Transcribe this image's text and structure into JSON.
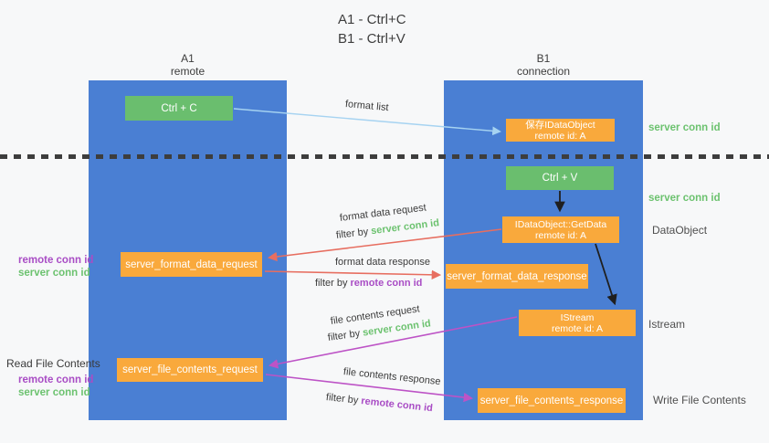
{
  "title": {
    "line1": "A1 - Ctrl+C",
    "line2": "B1 - Ctrl+V"
  },
  "columns": {
    "left": {
      "name": "A1",
      "subtitle": "remote"
    },
    "right": {
      "name": "B1",
      "subtitle": "connection"
    }
  },
  "nodes": {
    "ctrl_c": "Ctrl + C",
    "ctrl_v": "Ctrl + V",
    "save_idataobject": {
      "line1": "保存IDataObject",
      "line2": "remote id: A"
    },
    "getdata": {
      "line1": "IDataObject::GetData",
      "line2": "remote id: A"
    },
    "istream": {
      "line1": "IStream",
      "line2": "remote id: A"
    },
    "format_request": "server_format_data_request",
    "format_response": "server_format_data_response",
    "file_request": "server_file_contents_request",
    "file_response": "server_file_contents_response"
  },
  "edge_labels": {
    "format_list": "format list",
    "format_data_request": "format data request",
    "format_data_response": "format data response",
    "file_contents_request": "file contents request",
    "file_contents_response": "file contents response",
    "filter_by": "filter by",
    "server_conn_id": "server conn id",
    "remote_conn_id": "remote conn id"
  },
  "side_labels": {
    "right_top_server_conn": "server conn id",
    "right_mid_server_conn": "server conn id",
    "dataobject": "DataObject",
    "istream": "Istream",
    "write_file_contents": "Write File Contents",
    "left_mid_remote_conn": "remote conn id",
    "left_mid_server_conn": "server conn id",
    "read_file_contents": "Read File Contents",
    "left_bottom_remote_conn": "remote conn id",
    "left_bottom_server_conn": "server conn id"
  },
  "colors": {
    "column_blue": "#4a7fd3",
    "box_green": "#6abe6e",
    "box_orange": "#f9a93c",
    "arrow_light_blue": "#a6d3f1",
    "arrow_red": "#e76e60",
    "arrow_purple": "#bd53c6",
    "arrow_black": "#1f1f1f",
    "text_green": "#6cc26f",
    "text_purple": "#a94dc5",
    "text_dark": "#3b3b3b",
    "dotted_line": "#3d3d3d"
  }
}
